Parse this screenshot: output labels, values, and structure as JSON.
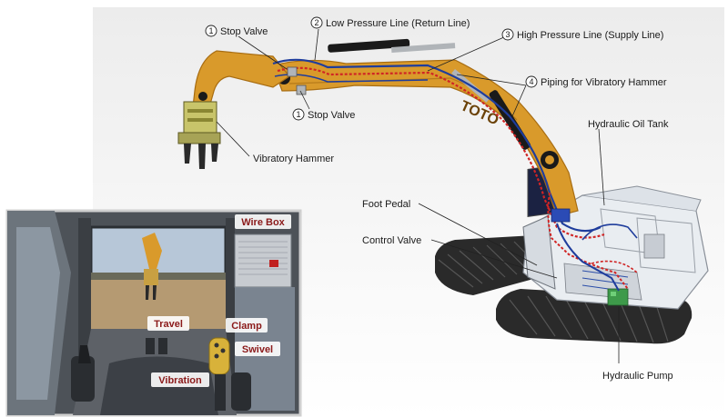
{
  "main_callouts": {
    "stop_valve_top": {
      "number": "1",
      "label": "Stop Valve"
    },
    "low_pressure_line": {
      "number": "2",
      "label": "Low Pressure Line (Return Line)"
    },
    "high_pressure_line": {
      "number": "3",
      "label": "High Pressure Line (Supply Line)"
    },
    "piping_vibratory": {
      "number": "4",
      "label": "Piping for Vibratory Hammer"
    },
    "stop_valve_bottom": {
      "number": "1",
      "label": "Stop Valve"
    },
    "vibratory_hammer": {
      "label": "Vibratory Hammer"
    },
    "hydraulic_oil_tank": {
      "label": "Hydraulic Oil Tank"
    },
    "foot_pedal": {
      "label": "Foot Pedal"
    },
    "control_valve": {
      "label": "Control Valve"
    },
    "hydraulic_pump": {
      "label": "Hydraulic Pump"
    }
  },
  "cab_inset": {
    "wire_box": "Wire Box",
    "travel": "Travel",
    "clamp": "Clamp",
    "swivel": "Swivel",
    "vibration": "Vibration"
  },
  "colors": {
    "boom": "#d99a2b",
    "boom_dark": "#a86d12",
    "return_line": "#1f3d9c",
    "supply_line": "#d02525",
    "track": "#2a2a2a",
    "attachment": "#c8c46a",
    "label_red": "#8b1a1a"
  }
}
